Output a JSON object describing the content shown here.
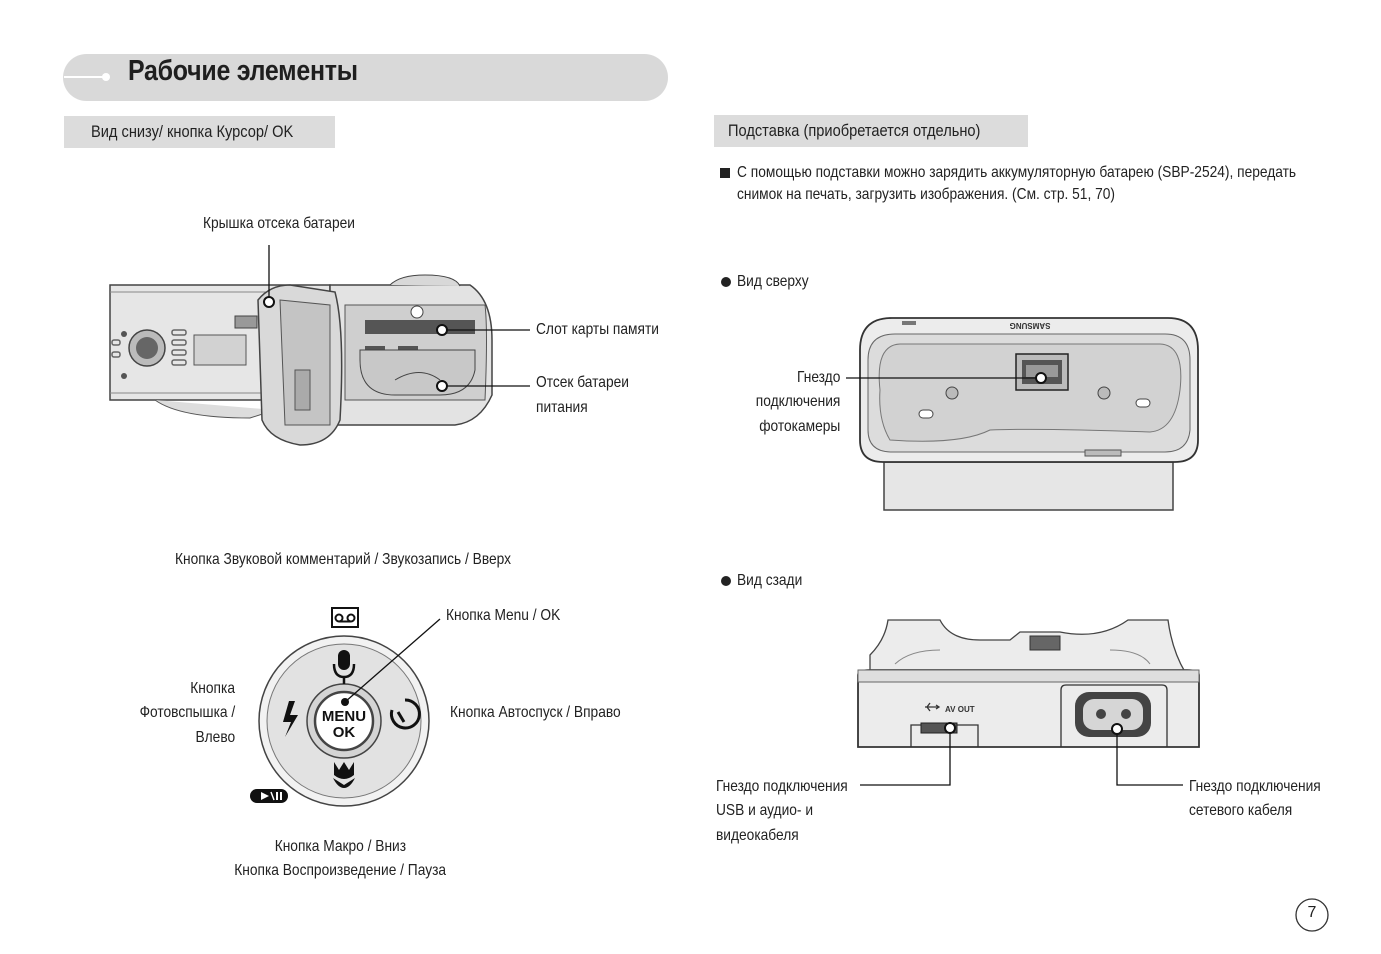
{
  "page": {
    "title": "Рабочие элементы",
    "page_number": "7"
  },
  "left": {
    "section_title": "Вид снизу/ кнопка Курсор/ OK",
    "labels": {
      "battery_cover": "Крышка отсека батареи",
      "memory_slot": "Слот карты памяти",
      "battery_line1": "Отсек батареи",
      "battery_line2": "питания",
      "voice_button": "Кнопка Звуковой комментарий / Звукозапись / Вверх",
      "menu_ok_button": "Кнопка Menu / OK",
      "flash_line1": "Кнопка",
      "flash_line2": "Фотовспышка /",
      "flash_line3": "Влево",
      "self_timer_button": "Кнопка Автоспуск / Вправо",
      "macro_button": "Кнопка Макро / Вниз",
      "play_button": "Кнопка Воспроизведение / Пауза"
    },
    "dial": {
      "center_line1": "MENU",
      "center_line2": "OK"
    }
  },
  "right": {
    "section_title": "Подставка (приобретается отдельно)",
    "bullet_line1": "С помощью подставки можно зарядить аккумуляторную батарею (SBP-2524), передать",
    "bullet_line2": "снимок на печать, загрузить изображения. (См. стр. 51, 70)",
    "top_view": "Вид сверху",
    "camera_socket_line1": "Гнездо",
    "camera_socket_line2": "подключения",
    "camera_socket_line3": "фотокамеры",
    "rear_view": "Вид сзади",
    "usb_line1": "Гнездо подключения",
    "usb_line2": "USB и аудио- и",
    "usb_line3": "видеокабеля",
    "power_line1": "Гнездо подключения",
    "power_line2": "сетевого кабеля",
    "brand": "SAMSUNG",
    "av_out": "AV OUT"
  }
}
